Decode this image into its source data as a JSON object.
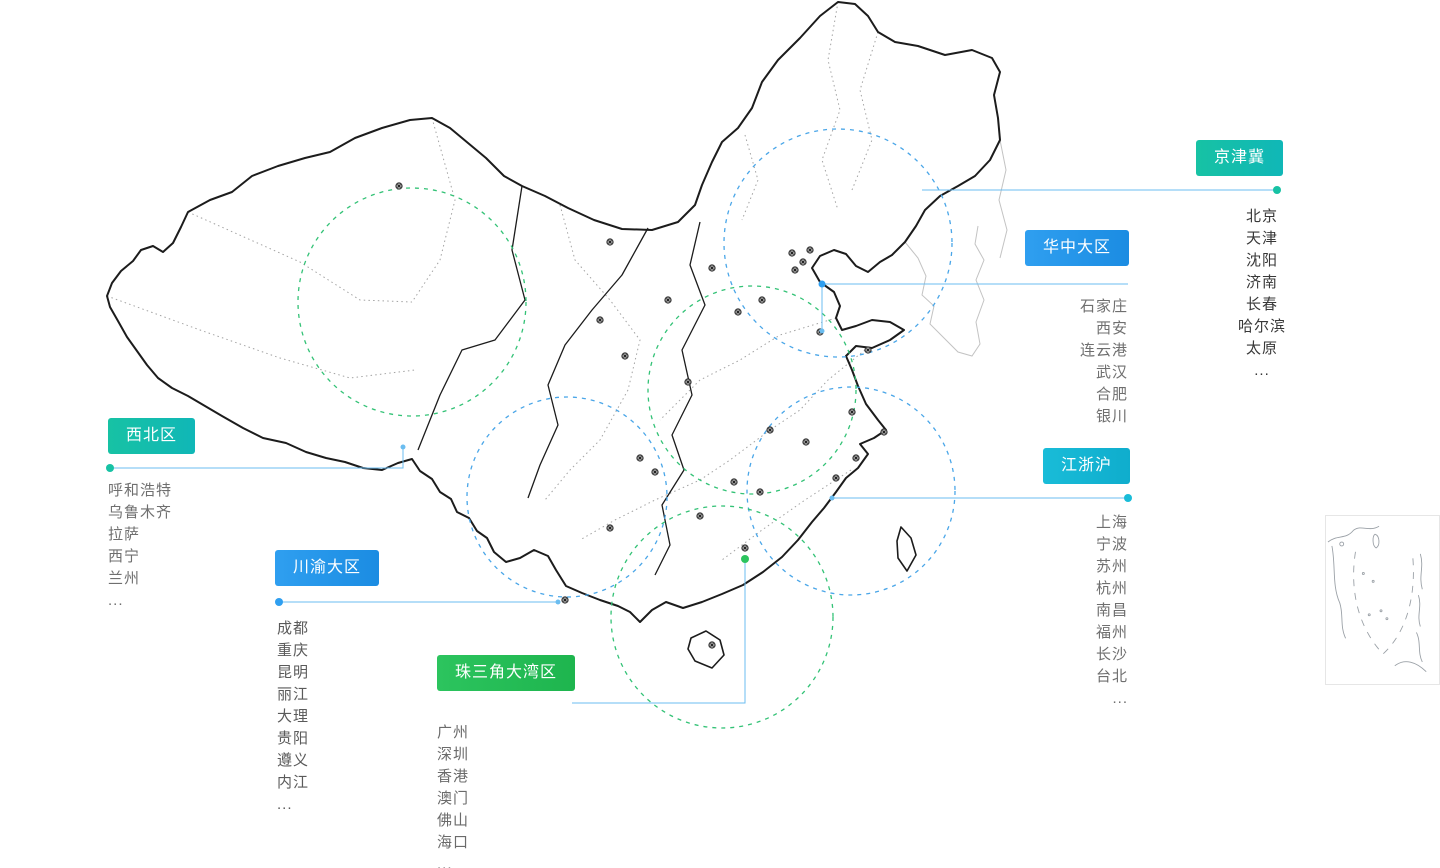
{
  "page": {
    "background": "#ffffff"
  },
  "map": {
    "ink": "#1c1c1c",
    "province_line": "#a3a3a3",
    "neighbor_line": "#c3c3c3",
    "connector_line": "#6bbdf0",
    "circle_blue": "#4aa6e8",
    "circle_green": "#33c276"
  },
  "inset": {
    "border": "#e6e6e6",
    "ink": "#9aa0a6"
  },
  "regions": [
    {
      "id": "jingjinji",
      "label": "京津冀",
      "accent": "#17c2a4",
      "accent2": "#10b7b7",
      "list_color": "#383838",
      "cities": [
        "北京",
        "天津",
        "沈阳",
        "济南",
        "长春",
        "哈尔滨",
        "太原",
        "..."
      ]
    },
    {
      "id": "huazhong",
      "label": "华中大区",
      "accent": "#2f9ff0",
      "accent2": "#1b8ce2",
      "list_color": "#6f6f6f",
      "cities": [
        "石家庄",
        "西安",
        "连云港",
        "武汉",
        "合肥",
        "银川"
      ]
    },
    {
      "id": "xibei",
      "label": "西北区",
      "accent": "#17c2a4",
      "accent2": "#10b7b7",
      "list_color": "#6f6f6f",
      "cities": [
        "呼和浩特",
        "乌鲁木齐",
        "拉萨",
        "西宁",
        "兰州",
        "..."
      ]
    },
    {
      "id": "chuanyu",
      "label": "川渝大区",
      "accent": "#2f9ff0",
      "accent2": "#1b8ce2",
      "list_color": "#5a5a5a",
      "cities": [
        "成都",
        "重庆",
        "昆明",
        "丽江",
        "大理",
        "贵阳",
        "遵义",
        "内江",
        "..."
      ]
    },
    {
      "id": "zhusanjiao",
      "label": "珠三角大湾区",
      "accent": "#2cc45e",
      "accent2": "#1eb54e",
      "list_color": "#6b6b6b",
      "cities": [
        "广州",
        "深圳",
        "香港",
        "澳门",
        "佛山",
        "海口",
        "..."
      ]
    },
    {
      "id": "jiangzhehu",
      "label": "江浙沪",
      "accent": "#19bcd8",
      "accent2": "#0fadcd",
      "list_color": "#6f6f6f",
      "cities": [
        "上海",
        "宁波",
        "苏州",
        "杭州",
        "南昌",
        "福州",
        "长沙",
        "台北",
        "..."
      ]
    }
  ]
}
